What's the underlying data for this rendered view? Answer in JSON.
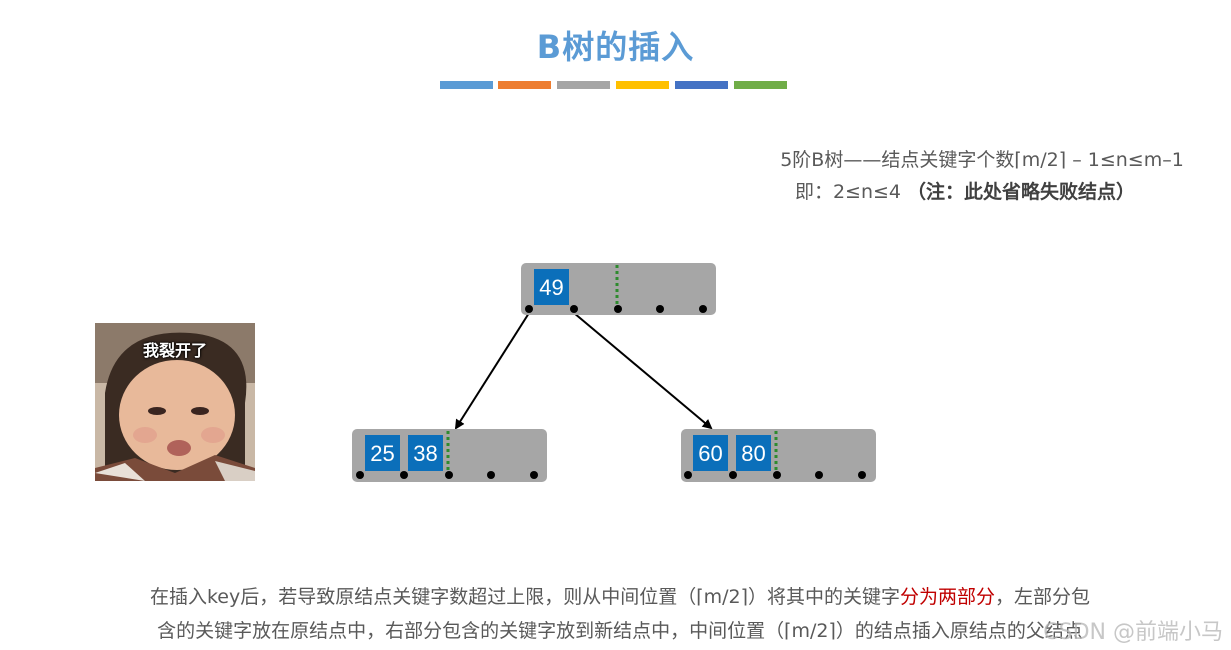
{
  "title": "B树的插入",
  "color_bars": [
    "#5b9bd5",
    "#ed7d31",
    "#a5a5a5",
    "#ffc000",
    "#4472c4",
    "#70ad47"
  ],
  "note": {
    "line1": "5阶B树——结点关键字个数⌈m/2⌉ – 1≤n≤m–1",
    "line2_prefix": "即：2≤n≤4",
    "line2_bold": "（注：此处省略失败结点）"
  },
  "tree": {
    "root": {
      "keys": [
        "49"
      ]
    },
    "left": {
      "keys": [
        "25",
        "38"
      ]
    },
    "right": {
      "keys": [
        "60",
        "80"
      ]
    }
  },
  "meme": {
    "caption": "我裂开了"
  },
  "bottom": {
    "line1_a": "在插入key后，若导致原结点关键字数超过上限，则从中间位置（⌈m/2⌉）将其中的关键字",
    "line1_red": "分为两部分",
    "line1_b": "，左部分包",
    "line2": "含的关键字放在原结点中，右部分包含的关键字放到新结点中，中间位置（⌈m/2⌉）的结点插入原结点的父结点"
  },
  "watermark": "CSDN @前端小马"
}
